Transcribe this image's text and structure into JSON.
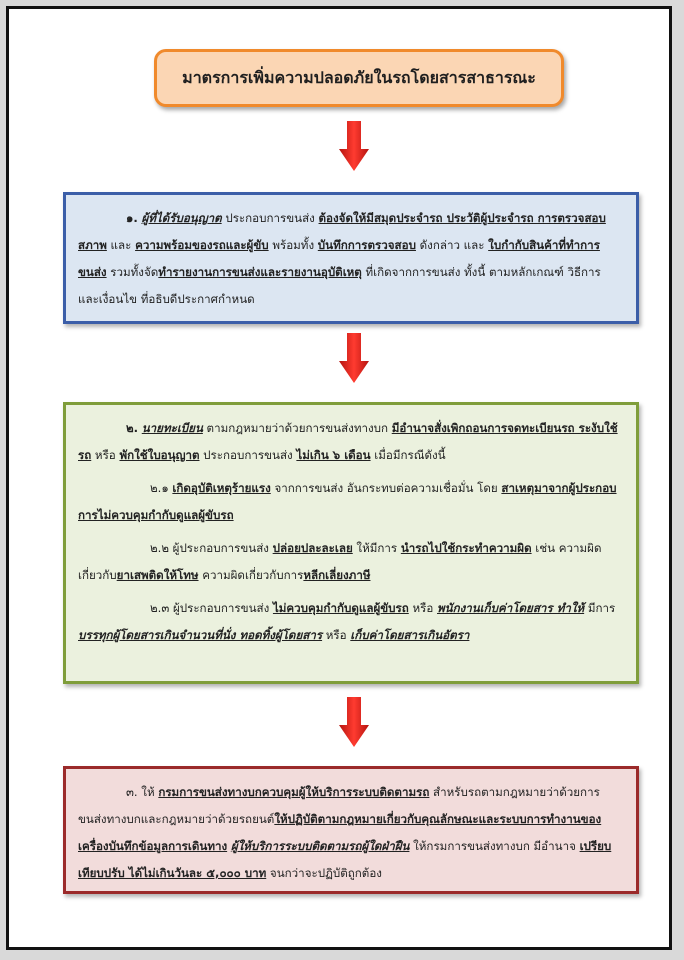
{
  "title": "มาตรการเพิ่มความปลอดภัยในรถโดยสารสาธารณะ",
  "box1": {
    "num": "๑.",
    "t1": "ผู้ที่ได้รับอนุญาต",
    "t2": " ประกอบการขนส่ง ",
    "t3": "ต้องจัดให้มีสมุดประจำรถ ประวัติผู้ประจำรถ การตรวจสอบสภาพ",
    "t4": " และ ",
    "t5": "ความพร้อมของรถและผู้ขับ",
    "t6": " พร้อมทั้ง ",
    "t7": "บันทึกการตรวจสอบ",
    "t8": " ดังกล่าว และ ",
    "t9": "ใบกำกับสินค้าที่ทำการขนส่ง",
    "t10": " รวมทั้งจัด",
    "t11": "ทำรายงานการขนส่งและรายงานอุบัติเหตุ",
    "t12": " ที่เกิดจากการขนส่ง ทั้งนี้ ตามหลักเกณฑ์ วิธีการ และเงื่อนไข ที่อธิบดีประกาศกำหนด"
  },
  "box2": {
    "num": "๒.",
    "t1": "นายทะเบียน",
    "t2": " ตามกฎหมายว่าด้วยการขนส่งทางบก ",
    "t3": "มีอำนาจสั่งเพิกถอนการจดทะเบียนรถ ระงับใช้รถ",
    "t4": " หรือ ",
    "t5": "พักใช้ใบอนุญาต",
    "t6": " ประกอบการขนส่ง ",
    "t7": "ไม่เกิน ๖ เดือน",
    "t8": " เมื่อมีกรณีดังนี้",
    "s1": {
      "num": "๒.๑ ",
      "a": "เกิดอุบัติเหตุร้ายแรง",
      "b": " จากการขนส่ง อันกระทบต่อความเชื่อมั่น โดย ",
      "c": "สาเหตุมาจากผู้ประกอบการไม่ควบคุมกำกับดูแลผู้ขับรถ"
    },
    "s2": {
      "num": "๒.๒ ",
      "a": "ผู้ประกอบการขนส่ง ",
      "b": "ปล่อยปละละเลย",
      "c": " ให้มีการ ",
      "d": "นำรถไปใช้กระทำความผิด",
      "e": " เช่น ความผิดเกี่ยวกับ",
      "f": "ยาเสพติดให้โทษ",
      "g": " ความผิดเกี่ยวกับการ",
      "h": "หลีกเลี่ยงภาษี"
    },
    "s3": {
      "num": "๒.๓ ",
      "a": "ผู้ประกอบการขนส่ง ",
      "b": "ไม่ควบคุมกำกับดูแลผู้ขับรถ",
      "c": " หรือ ",
      "d": "พนักงานเก็บค่าโดยสาร ทำให้",
      "e": " มีการ ",
      "f": "บรรทุกผู้โดยสารเกินจำนวนที่นั่ง ทอดทิ้งผู้โดยสาร",
      "g": " หรือ ",
      "h": "เก็บค่าโดยสารเกินอัตรา"
    }
  },
  "box3": {
    "num": "๓.",
    "t1": " ให้ ",
    "t2": "กรมการขนส่งทางบกควบคุมผู้ให้บริการระบบติดตามรถ",
    "t3": " สำหรับรถตามกฎหมายว่าด้วยการขนส่งทางบกและกฎหมายว่าด้วยรถยนต์",
    "t4": "ให้ปฏิบัติตามกฎหมายเกี่ยวกับคุณลักษณะและระบบการทำงานของเครื่องบันทึกข้อมูลการเดินทาง",
    "t5": " ",
    "t6": "ผู้ให้บริการระบบติดตามรถผู้ใดฝ่าฝืน",
    "t7": " ให้กรมการขนส่งทางบก มีอำนาจ ",
    "t8": "เปรียบเทียบปรับ ได้ไม่เกินวันละ ๕,๐๐๐ บาท",
    "t9": " จนกว่าจะปฏิบัติถูกต้อง"
  },
  "colors": {
    "title_fill": "#fbd6b4",
    "title_border": "#f08a2c",
    "box1_fill": "#dce6f2",
    "box1_border": "#3b5ea8",
    "box2_fill": "#ebf1de",
    "box2_border": "#7f9d3a",
    "box3_fill": "#f2dcdb",
    "box3_border": "#9b2a2a",
    "arrow": "#e0201b"
  },
  "icons": [
    "arrow-down-icon"
  ]
}
